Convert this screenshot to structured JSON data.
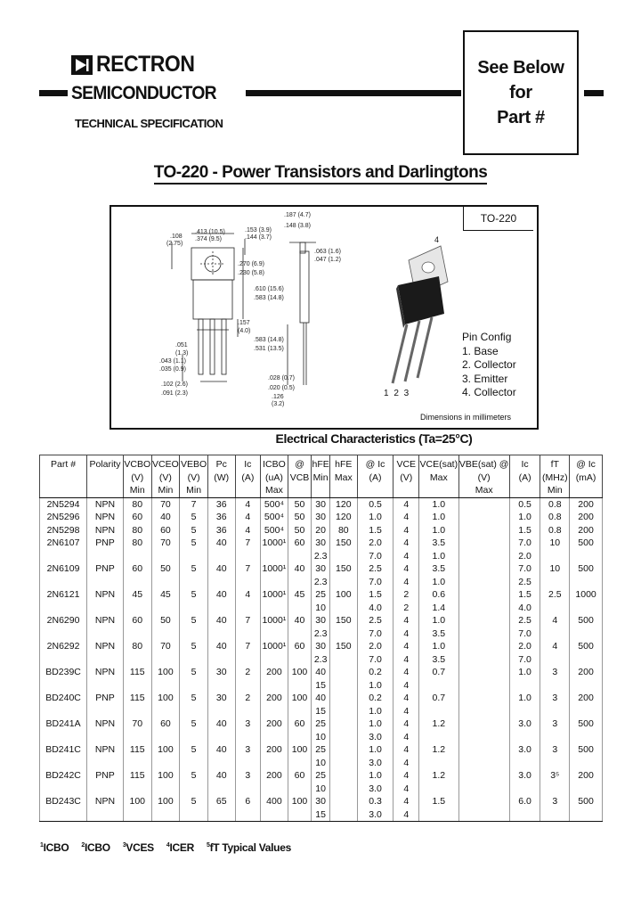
{
  "header": {
    "brand": "RECTRON",
    "division": "SEMICONDUCTOR",
    "subtitle": "TECHNICAL SPECIFICATION",
    "part_box": [
      "See Below",
      "for",
      "Part #"
    ]
  },
  "title": "TO-220 - Power Transistors and Darlingtons",
  "diagram": {
    "package": "TO-220",
    "tab_number": "4",
    "pin_numbers": "1 2 3",
    "pin_config": [
      "Pin Config",
      "1. Base",
      "2. Collector",
      "3. Emitter",
      "4. Collector"
    ],
    "dimension_note": "Dimensions in millimeters",
    "dims": [
      ".108",
      "(2.75)",
      ".413 (10.5)",
      ".374 (9.5)",
      ".153 (3.9)",
      ".144 (3.7)",
      ".187 (4.7)",
      ".148 (3.8)",
      ".063 (1.6)",
      ".047 (1.2)",
      ".270 (6.9)",
      ".230 (5.8)",
      ".610 (15.6)",
      ".583 (14.8)",
      ".157",
      "(4.0)",
      ".051",
      "(1.3)",
      ".043 (1.1)",
      ".035 (0.9)",
      ".583 (14.8)",
      ".531 (13.5)",
      ".028 (0.7)",
      ".020 (0.5)",
      ".102 (2.6)",
      ".091 (2.3)",
      ".126",
      "(3.2)"
    ]
  },
  "section_title": "Electrical Characteristics (Ta=25°C)",
  "table": {
    "headers": [
      {
        "sym": "Part #",
        "unit": "",
        "mm": ""
      },
      {
        "sym": "Polarity",
        "unit": "",
        "mm": ""
      },
      {
        "sym": "VCBO",
        "unit": "(V)",
        "mm": "Min"
      },
      {
        "sym": "VCEO",
        "unit": "(V)",
        "mm": "Min"
      },
      {
        "sym": "VEBO",
        "unit": "(V)",
        "mm": "Min"
      },
      {
        "sym": "Pc",
        "unit": "(W)",
        "mm": ""
      },
      {
        "sym": "Ic",
        "unit": "(A)",
        "mm": ""
      },
      {
        "sym": "ICBO",
        "unit": "(uA)",
        "mm": "Max"
      },
      {
        "sym": "@ VCB",
        "unit": "",
        "mm": ""
      },
      {
        "sym": "hFE",
        "unit": "",
        "mm": "Min"
      },
      {
        "sym": "hFE",
        "unit": "",
        "mm": "Max"
      },
      {
        "sym": "@ Ic",
        "unit": "(A)",
        "mm": ""
      },
      {
        "sym": "VCE",
        "unit": "(V)",
        "mm": ""
      },
      {
        "sym": "VCE(sat)",
        "unit": "",
        "mm": "Max"
      },
      {
        "sym": "VBE(sat) @",
        "unit": "(V)",
        "mm": "Max"
      },
      {
        "sym": "Ic",
        "unit": "(A)",
        "mm": ""
      },
      {
        "sym": "fT",
        "unit": "(MHz)",
        "mm": "Min"
      },
      {
        "sym": "@ Ic",
        "unit": "(mA)",
        "mm": ""
      }
    ],
    "rows": [
      {
        "part": "2N5294",
        "pol": "NPN",
        "vcbo": "80",
        "vceo": "70",
        "vebo": "7",
        "pc": "36",
        "ic": "4",
        "icbo": "500⁴",
        "vcb": "50",
        "hmin": [
          "30"
        ],
        "hmax": "120",
        "ica": [
          "0.5"
        ],
        "vce": [
          "4"
        ],
        "vcesat": [
          "1.0"
        ],
        "vbesat": "",
        "icv": [
          "0.5"
        ],
        "ft": "0.8",
        "ftic": "200"
      },
      {
        "part": "2N5296",
        "pol": "NPN",
        "vcbo": "60",
        "vceo": "40",
        "vebo": "5",
        "pc": "36",
        "ic": "4",
        "icbo": "500⁴",
        "vcb": "50",
        "hmin": [
          "30"
        ],
        "hmax": "120",
        "ica": [
          "1.0"
        ],
        "vce": [
          "4"
        ],
        "vcesat": [
          "1.0"
        ],
        "vbesat": "",
        "icv": [
          "1.0"
        ],
        "ft": "0.8",
        "ftic": "200"
      },
      {
        "part": "2N5298",
        "pol": "NPN",
        "vcbo": "80",
        "vceo": "60",
        "vebo": "5",
        "pc": "36",
        "ic": "4",
        "icbo": "500⁴",
        "vcb": "50",
        "hmin": [
          "20"
        ],
        "hmax": "80",
        "ica": [
          "1.5"
        ],
        "vce": [
          "4"
        ],
        "vcesat": [
          "1.0"
        ],
        "vbesat": "",
        "icv": [
          "1.5"
        ],
        "ft": "0.8",
        "ftic": "200"
      },
      {
        "part": "2N6107",
        "pol": "PNP",
        "vcbo": "80",
        "vceo": "70",
        "vebo": "5",
        "pc": "40",
        "ic": "7",
        "icbo": "1000¹",
        "vcb": "60",
        "hmin": [
          "30",
          "2.3"
        ],
        "hmax": "150",
        "ica": [
          "2.0",
          "7.0"
        ],
        "vce": [
          "4",
          "4"
        ],
        "vcesat": [
          "3.5",
          "1.0"
        ],
        "vbesat": "",
        "icv": [
          "7.0",
          "2.0"
        ],
        "ft": "10",
        "ftic": "500"
      },
      {
        "part": "2N6109",
        "pol": "PNP",
        "vcbo": "60",
        "vceo": "50",
        "vebo": "5",
        "pc": "40",
        "ic": "7",
        "icbo": "1000¹",
        "vcb": "40",
        "hmin": [
          "30",
          "2.3"
        ],
        "hmax": "150",
        "ica": [
          "2.5",
          "7.0"
        ],
        "vce": [
          "4",
          "4"
        ],
        "vcesat": [
          "3.5",
          "1.0"
        ],
        "vbesat": "",
        "icv": [
          "7.0",
          "2.5"
        ],
        "ft": "10",
        "ftic": "500"
      },
      {
        "part": "2N6121",
        "pol": "NPN",
        "vcbo": "45",
        "vceo": "45",
        "vebo": "5",
        "pc": "40",
        "ic": "4",
        "icbo": "1000¹",
        "vcb": "45",
        "hmin": [
          "25",
          "10"
        ],
        "hmax": "100",
        "ica": [
          "1.5",
          "4.0"
        ],
        "vce": [
          "2",
          "2"
        ],
        "vcesat": [
          "0.6",
          "1.4"
        ],
        "vbesat": "",
        "icv": [
          "1.5",
          "4.0"
        ],
        "ft": "2.5",
        "ftic": "1000"
      },
      {
        "part": "2N6290",
        "pol": "NPN",
        "vcbo": "60",
        "vceo": "50",
        "vebo": "5",
        "pc": "40",
        "ic": "7",
        "icbo": "1000¹",
        "vcb": "40",
        "hmin": [
          "30",
          "2.3"
        ],
        "hmax": "150",
        "ica": [
          "2.5",
          "7.0"
        ],
        "vce": [
          "4",
          "4"
        ],
        "vcesat": [
          "1.0",
          "3.5"
        ],
        "vbesat": "",
        "icv": [
          "2.5",
          "7.0"
        ],
        "ft": "4",
        "ftic": "500"
      },
      {
        "part": "2N6292",
        "pol": "NPN",
        "vcbo": "80",
        "vceo": "70",
        "vebo": "5",
        "pc": "40",
        "ic": "7",
        "icbo": "1000¹",
        "vcb": "60",
        "hmin": [
          "30",
          "2.3"
        ],
        "hmax": "150",
        "ica": [
          "2.0",
          "7.0"
        ],
        "vce": [
          "4",
          "4"
        ],
        "vcesat": [
          "1.0",
          "3.5"
        ],
        "vbesat": "",
        "icv": [
          "2.0",
          "7.0"
        ],
        "ft": "4",
        "ftic": "500"
      },
      {
        "part": "BD239C",
        "pol": "NPN",
        "vcbo": "115",
        "vceo": "100",
        "vebo": "5",
        "pc": "30",
        "ic": "2",
        "icbo": "200",
        "vcb": "100",
        "hmin": [
          "40",
          "15"
        ],
        "hmax": "",
        "ica": [
          "0.2",
          "1.0"
        ],
        "vce": [
          "4",
          "4"
        ],
        "vcesat": [
          "0.7",
          ""
        ],
        "vbesat": "",
        "icv": [
          "1.0",
          ""
        ],
        "ft": "3",
        "ftic": "200"
      },
      {
        "part": "BD240C",
        "pol": "PNP",
        "vcbo": "115",
        "vceo": "100",
        "vebo": "5",
        "pc": "30",
        "ic": "2",
        "icbo": "200",
        "vcb": "100",
        "hmin": [
          "40",
          "15"
        ],
        "hmax": "",
        "ica": [
          "0.2",
          "1.0"
        ],
        "vce": [
          "4",
          "4"
        ],
        "vcesat": [
          "0.7",
          ""
        ],
        "vbesat": "",
        "icv": [
          "1.0",
          ""
        ],
        "ft": "3",
        "ftic": "200"
      },
      {
        "part": "BD241A",
        "pol": "NPN",
        "vcbo": "70",
        "vceo": "60",
        "vebo": "5",
        "pc": "40",
        "ic": "3",
        "icbo": "200",
        "vcb": "60",
        "hmin": [
          "25",
          "10"
        ],
        "hmax": "",
        "ica": [
          "1.0",
          "3.0"
        ],
        "vce": [
          "4",
          "4"
        ],
        "vcesat": [
          "1.2",
          ""
        ],
        "vbesat": "",
        "icv": [
          "3.0",
          ""
        ],
        "ft": "3",
        "ftic": "500"
      },
      {
        "part": "BD241C",
        "pol": "NPN",
        "vcbo": "115",
        "vceo": "100",
        "vebo": "5",
        "pc": "40",
        "ic": "3",
        "icbo": "200",
        "vcb": "100",
        "hmin": [
          "25",
          "10"
        ],
        "hmax": "",
        "ica": [
          "1.0",
          "3.0"
        ],
        "vce": [
          "4",
          "4"
        ],
        "vcesat": [
          "1.2",
          ""
        ],
        "vbesat": "",
        "icv": [
          "3.0",
          ""
        ],
        "ft": "3",
        "ftic": "500"
      },
      {
        "part": "BD242C",
        "pol": "PNP",
        "vcbo": "115",
        "vceo": "100",
        "vebo": "5",
        "pc": "40",
        "ic": "3",
        "icbo": "200",
        "vcb": "60",
        "hmin": [
          "25",
          "10"
        ],
        "hmax": "",
        "ica": [
          "1.0",
          "3.0"
        ],
        "vce": [
          "4",
          "4"
        ],
        "vcesat": [
          "1.2",
          ""
        ],
        "vbesat": "",
        "icv": [
          "3.0",
          ""
        ],
        "ft": "3⁵",
        "ftic": "200"
      },
      {
        "part": "BD243C",
        "pol": "NPN",
        "vcbo": "100",
        "vceo": "100",
        "vebo": "5",
        "pc": "65",
        "ic": "6",
        "icbo": "400",
        "vcb": "100",
        "hmin": [
          "30",
          "15"
        ],
        "hmax": "",
        "ica": [
          "0.3",
          "3.0"
        ],
        "vce": [
          "4",
          "4"
        ],
        "vcesat": [
          "1.5",
          ""
        ],
        "vbesat": "",
        "icv": [
          "6.0",
          ""
        ],
        "ft": "3",
        "ftic": "500"
      }
    ]
  },
  "footnotes": [
    {
      "num": "1",
      "text": "ICBO"
    },
    {
      "num": "2",
      "text": "ICBO"
    },
    {
      "num": "3",
      "text": "VCES"
    },
    {
      "num": "4",
      "text": "ICER"
    },
    {
      "num": "5",
      "text": "fT Typical Values"
    }
  ]
}
